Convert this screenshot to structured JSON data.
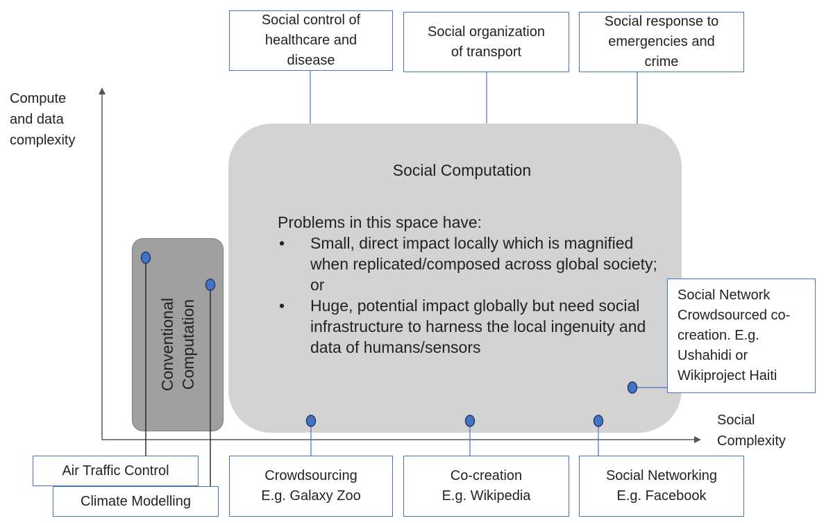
{
  "axes": {
    "y_label_lines": [
      "Compute",
      "and data",
      "complexity"
    ],
    "x_label_lines": [
      "Social",
      "Complexity"
    ]
  },
  "top_boxes": [
    {
      "lines": [
        "Social control of",
        "healthcare and",
        "disease"
      ]
    },
    {
      "lines": [
        "Social organization",
        "of transport"
      ]
    },
    {
      "lines": [
        "Social response to",
        "emergencies and",
        "crime"
      ]
    }
  ],
  "social_computation": {
    "title": "Social Computation",
    "intro": "Problems in this space have:",
    "bullets": [
      "Small, direct impact locally which is magnified when replicated/composed across global society; or",
      "Huge, potential impact globally but need social infrastructure to harness the local ingenuity and data of humans/sensors"
    ]
  },
  "conventional": {
    "lines": [
      "Conventional",
      "Computation"
    ]
  },
  "right_box": {
    "lines": [
      "Social Network",
      "Crowdsourced co-",
      "creation. E.g.",
      "Ushahidi or",
      "Wikiproject Haiti"
    ]
  },
  "bottom_boxes": [
    {
      "lines": [
        "Crowdsourcing",
        "E.g. Galaxy Zoo"
      ]
    },
    {
      "lines": [
        "Co-creation",
        "E.g. Wikipedia"
      ]
    },
    {
      "lines": [
        "Social Networking",
        "E.g. Facebook"
      ]
    }
  ],
  "left_boxes": [
    {
      "label": "Air Traffic Control"
    },
    {
      "label": "Climate Modelling"
    }
  ],
  "colors": {
    "connector": "#4472c4",
    "dot_fill": "#4472c4",
    "dot_stroke": "#1f3864",
    "social_area": "#d3d3d3",
    "conventional_area": "#a0a0a0",
    "axis": "#555555"
  }
}
